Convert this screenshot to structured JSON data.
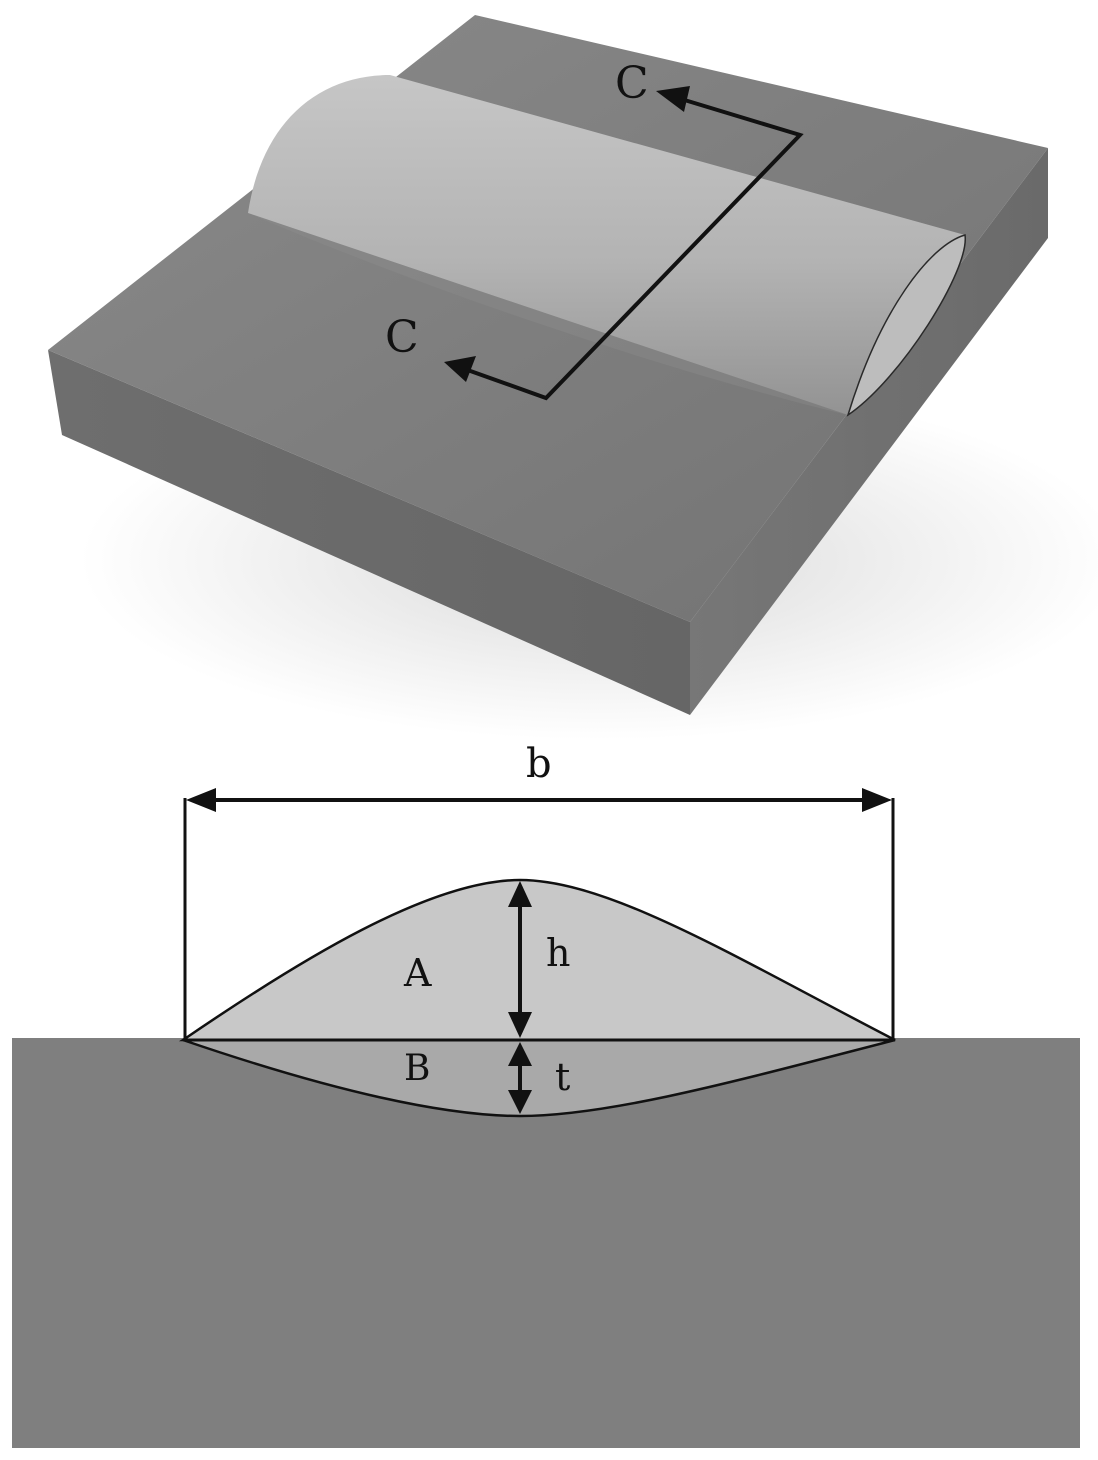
{
  "perspective_view": {
    "section_marker_top": "C",
    "section_marker_bottom": "C"
  },
  "cross_section": {
    "width_label": "b",
    "height_label": "h",
    "penetration_label": "t",
    "reinforcement_area_label": "A",
    "penetration_area_label": "B"
  },
  "colors": {
    "substrate": "#7f7f7f",
    "bead": "#c8c8c8",
    "penetration_zone": "#a9a9a9",
    "lines": "#111111"
  }
}
